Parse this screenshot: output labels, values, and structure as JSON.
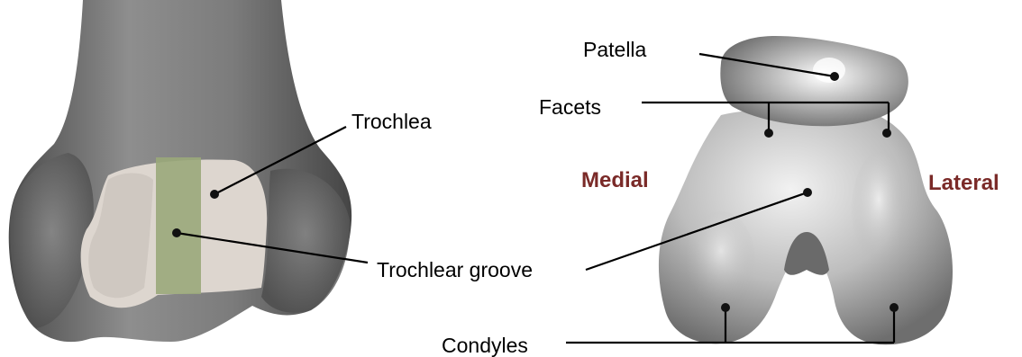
{
  "labels": {
    "trochlea": "Trochlea",
    "trochlear_groove": "Trochlear groove",
    "patella": "Patella",
    "facets": "Facets",
    "medial": "Medial",
    "lateral": "Lateral",
    "condyles": "Condyles"
  },
  "colors": {
    "bone_shaded": "#7a7a7a",
    "trochlea_region": "#ddd6cf",
    "groove_region": "#9aa87a",
    "side_label": "#7a2a28"
  }
}
